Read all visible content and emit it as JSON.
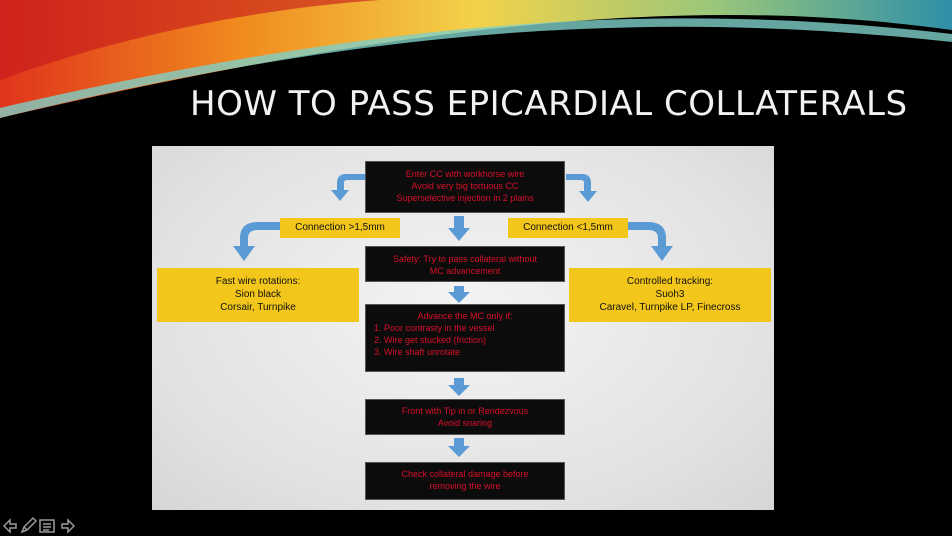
{
  "slide": {
    "title": "HOW TO PASS EPICARDIAL COLLATERALS"
  },
  "flow": {
    "top": [
      "Enter CC with workhorse wire",
      "Avoid very big tortuous CC",
      "Superselective injection in 2 plains"
    ],
    "connection_large": "Connection >1,5mm",
    "connection_small": "Connection <1,5mm",
    "safety": [
      "Safety: Try to pass collateral without",
      "MC advancement"
    ],
    "fast_wire": [
      "Fast wire rotations:",
      "Sion black",
      "Corsair, Turnpike"
    ],
    "controlled": [
      "Controlled tracking:",
      "Suoh3",
      "Caravel, Turnpike LP, Finecross"
    ],
    "advance": [
      "Advance the MC only if:",
      "1.    Poor contrasty in the vessel",
      "2.    Wire get stucked (friction)",
      "3.    Wire shaft unrotate"
    ],
    "frontwith": [
      "Front with Tip in or  Rendezvous",
      "Avoid snaring"
    ],
    "check": [
      "Check collateral damage before",
      "removing the wire"
    ]
  },
  "colors": {
    "arrow": "#5b9bd5",
    "yellow_box": "#f2c61a",
    "dark_box": "#0c0c0c",
    "red_text": "#d8102a"
  },
  "controls": [
    "back-icon",
    "pen-icon",
    "menu-icon",
    "forward-icon"
  ]
}
